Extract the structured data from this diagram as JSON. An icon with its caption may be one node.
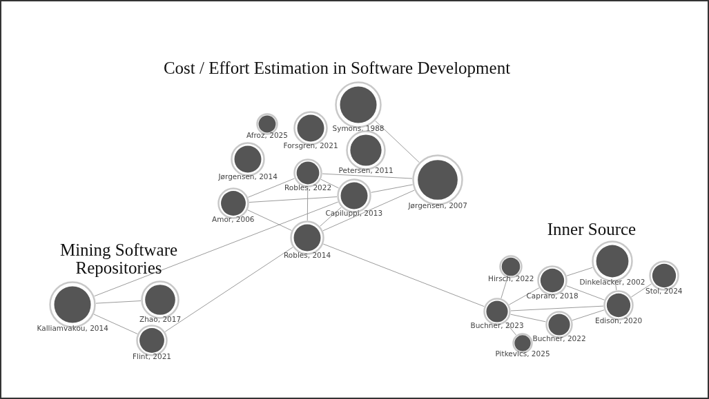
{
  "diagram": {
    "nodes": [
      {
        "text": [
          "Symons, 1988"
        ]
      },
      {
        "text": [
          "Afroz, 2025"
        ]
      },
      {
        "text": [
          "Forsgren, 2021"
        ]
      },
      {
        "text": [
          "Petersen, 2011"
        ]
      },
      {
        "text": [
          "Jørgensen, 2014"
        ]
      },
      {
        "text": [
          "Robles, 2022"
        ]
      },
      {
        "text": [
          "Jørgensen, 2007"
        ]
      },
      {
        "text": [
          "Capiluppi, 2013"
        ]
      },
      {
        "text": [
          "Amor, 2006"
        ]
      },
      {
        "text": [
          "Robles, 2014"
        ]
      },
      {
        "text": [
          "Kalliamvakou, 2014"
        ]
      },
      {
        "text": [
          "Zhao, 2017"
        ]
      },
      {
        "text": [
          "Flint, 2021"
        ]
      },
      {
        "text": [
          "Hirsch, 2022"
        ]
      },
      {
        "text": [
          "Dinkelacker, 2002"
        ]
      },
      {
        "text": [
          "Stol, 2024"
        ]
      },
      {
        "text": [
          "Capraro, 2018"
        ]
      },
      {
        "text": [
          "Edison, 2020"
        ]
      },
      {
        "text": [
          "Buchner, 2023"
        ]
      },
      {
        "text": [
          "Buchner, 2022"
        ]
      },
      {
        "text": [
          "Pitkevics, 2025"
        ]
      }
    ],
    "edges": [
      {
        "from": 0,
        "to": 6,
        "arrow": "none"
      },
      {
        "from": 5,
        "to": 6,
        "arrow": "none"
      },
      {
        "from": 7,
        "to": 6,
        "arrow": "none"
      },
      {
        "from": 9,
        "to": 6,
        "arrow": "none"
      },
      {
        "from": 8,
        "to": 5,
        "arrow": "none"
      },
      {
        "from": 8,
        "to": 7,
        "arrow": "none"
      },
      {
        "from": 8,
        "to": 9,
        "arrow": "none"
      },
      {
        "from": 5,
        "to": 7,
        "arrow": "none"
      },
      {
        "from": 5,
        "to": 9,
        "arrow": "none"
      },
      {
        "from": 9,
        "to": 7,
        "arrow": "none"
      },
      {
        "from": 10,
        "to": 7,
        "arrow": "none"
      },
      {
        "from": 10,
        "to": 11,
        "arrow": "none"
      },
      {
        "from": 10,
        "to": 12,
        "arrow": "none"
      },
      {
        "from": 12,
        "to": 9,
        "arrow": "none"
      },
      {
        "from": 9,
        "to": 18,
        "arrow": "none"
      },
      {
        "from": 13,
        "to": 18,
        "arrow": "none"
      },
      {
        "from": 18,
        "to": 16,
        "arrow": "none"
      },
      {
        "from": 18,
        "to": 17,
        "arrow": "none"
      },
      {
        "from": 18,
        "to": 19,
        "arrow": "none"
      },
      {
        "from": 18,
        "to": 20,
        "arrow": "none"
      },
      {
        "from": 16,
        "to": 14,
        "arrow": "none"
      },
      {
        "from": 16,
        "to": 17,
        "arrow": "none"
      },
      {
        "from": 14,
        "to": 17,
        "arrow": "none"
      },
      {
        "from": 17,
        "to": 15,
        "arrow": "none"
      },
      {
        "from": 19,
        "to": 17,
        "arrow": "none"
      }
    ],
    "labels": [
      "Cost / Effort Estimation in Software Development",
      "Mining Software Repositories",
      "Inner Source"
    ]
  }
}
